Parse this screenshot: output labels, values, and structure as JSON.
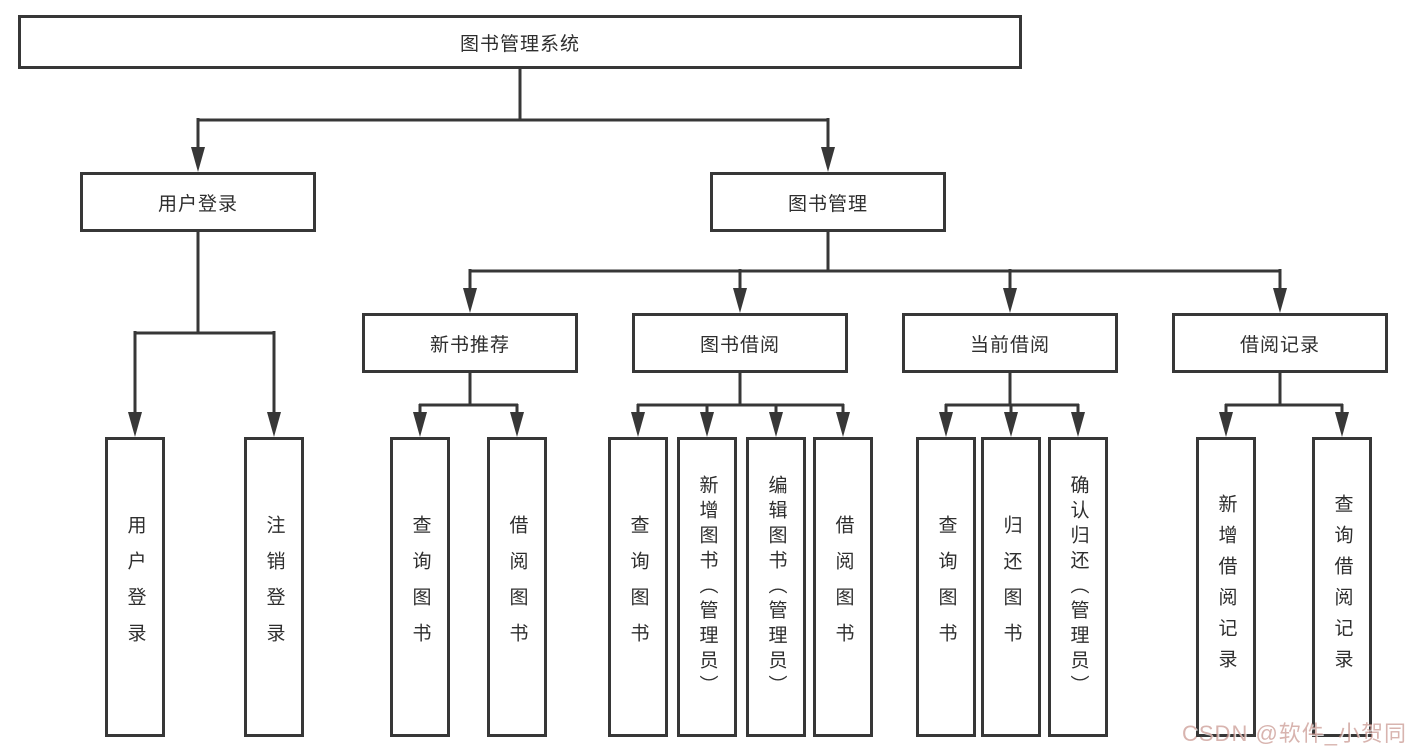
{
  "nodes": {
    "root": "图书管理系统",
    "user_login": "用户登录",
    "book_management": "图书管理",
    "new_book_recommend": "新书推荐",
    "book_borrow": "图书借阅",
    "current_borrow": "当前借阅",
    "borrow_records": "借阅记录",
    "leaf_user_login": "用户登录",
    "leaf_logout": "注销登录",
    "leaf_query_book_recommend": "查询图书",
    "leaf_borrow_book_recommend": "借阅图书",
    "leaf_query_book_borrow": "查询图书",
    "leaf_add_book_admin": "新增图书（管理员）",
    "leaf_edit_book_admin": "编辑图书（管理员）",
    "leaf_borrow_book_borrow": "借阅图书",
    "leaf_query_book_current": "查询图书",
    "leaf_return_book": "归还图书",
    "leaf_confirm_return_admin": "确认归还（管理员）",
    "leaf_add_borrow_record": "新增借阅记录",
    "leaf_query_borrow_record": "查询借阅记录"
  },
  "watermark": "CSDN @软件_小贺同学",
  "colors": {
    "line": "#373737",
    "text": "#2e2e2e",
    "watermark": "#c38c84",
    "background": "#ffffff"
  }
}
